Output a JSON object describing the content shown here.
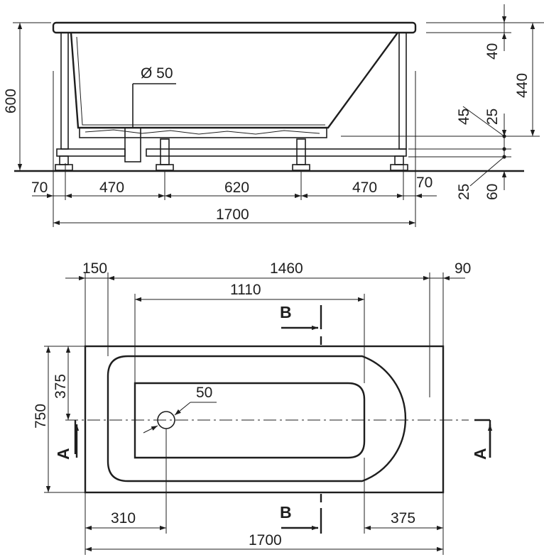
{
  "side_view": {
    "height_total": "600",
    "rim_thickness": "40",
    "depth": "440",
    "leg_25_top": "25",
    "leg_45": "45",
    "leg_25_bottom": "25",
    "foot_60": "60",
    "drain_label": "Ø 50",
    "left_offset": "70",
    "seg_left": "470",
    "seg_mid": "620",
    "seg_right": "470",
    "right_offset": "70",
    "overall_length": "1700"
  },
  "top_view": {
    "left_rim": "150",
    "inner_length": "1460",
    "right_rim": "90",
    "basin_length": "1110",
    "drain_diameter": "50",
    "overall_width": "750",
    "half_width": "375",
    "drain_offset": "310",
    "right_offset": "375",
    "overall_length": "1700",
    "section_a": "A",
    "section_b": "B"
  }
}
